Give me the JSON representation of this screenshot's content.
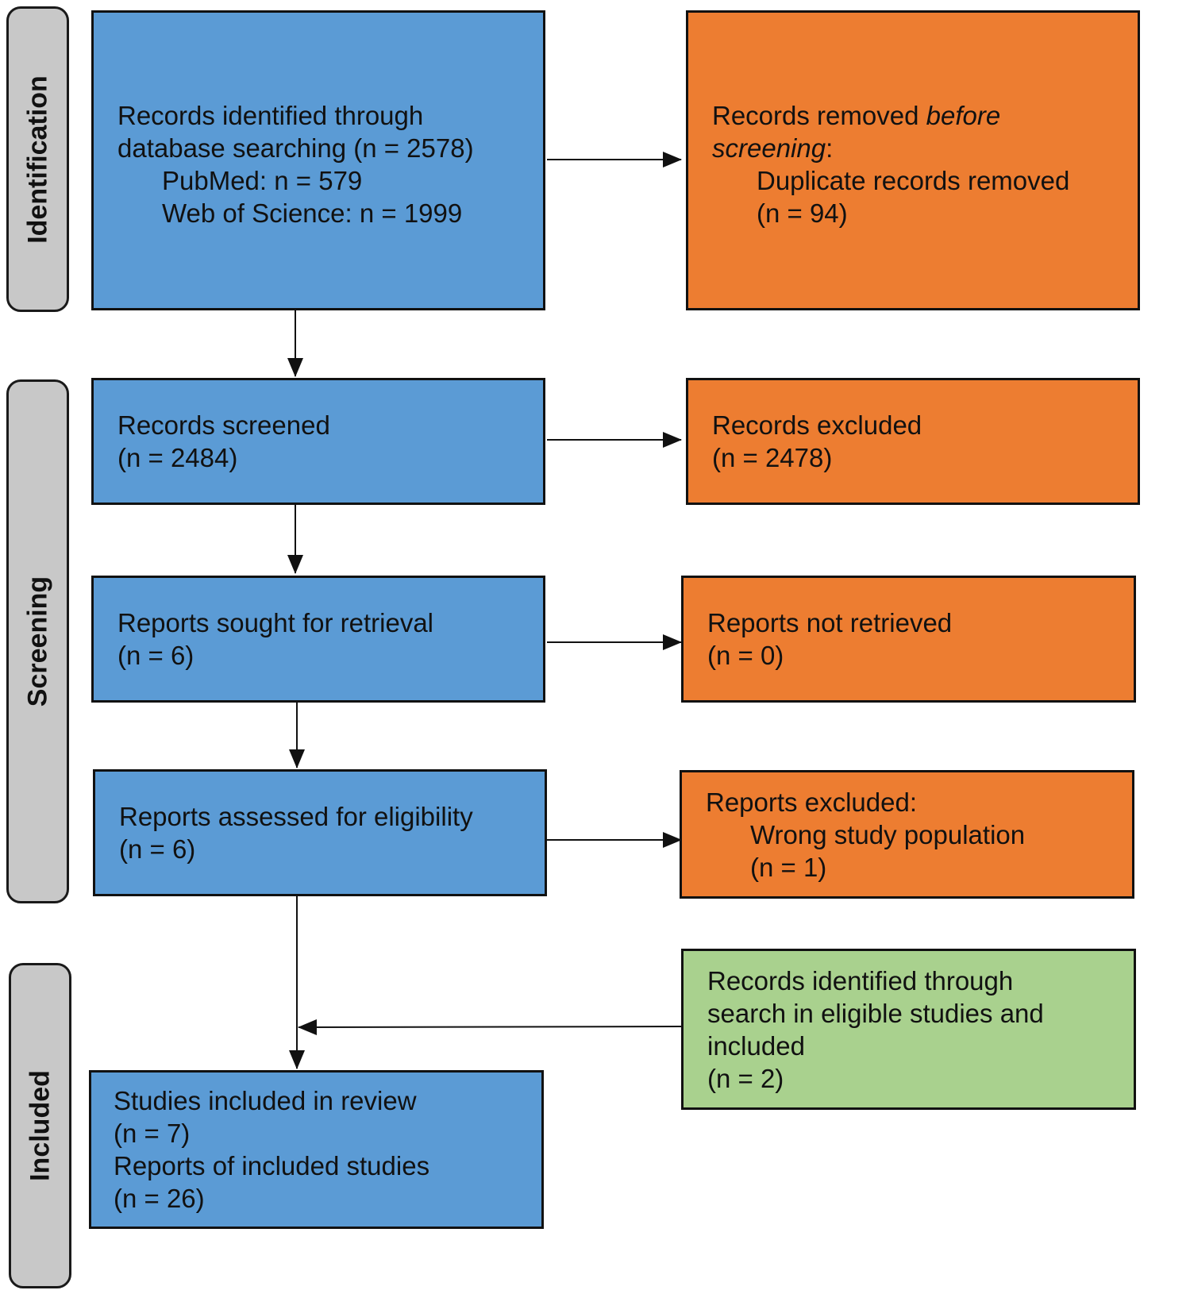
{
  "phases": {
    "identification": "Identification",
    "screening": "Screening",
    "included": "Included"
  },
  "boxes": {
    "records_identified": {
      "line1": "Records identified through",
      "line2": "database searching (n = 2578)",
      "line3": "PubMed: n = 579",
      "line4": "Web of Science: n = 1999"
    },
    "records_removed": {
      "prefix": "Records removed ",
      "emph1": "before",
      "emph2": "screening",
      "suffix": ":",
      "line3": "Duplicate records removed",
      "line4": "(n = 94)"
    },
    "records_screened": {
      "line1": "Records screened",
      "line2": "(n = 2484)"
    },
    "records_excluded": {
      "line1": "Records excluded",
      "line2": "(n = 2478)"
    },
    "reports_sought": {
      "line1": "Reports sought for retrieval",
      "line2": "(n = 6)"
    },
    "reports_not_retrieved": {
      "line1": "Reports not retrieved",
      "line2": "(n = 0)"
    },
    "reports_assessed": {
      "line1": "Reports assessed for eligibility",
      "line2": "(n = 6)"
    },
    "reports_excluded": {
      "line1": "Reports excluded:",
      "line2": "Wrong study population",
      "line3": "(n = 1)"
    },
    "records_other": {
      "line1": "Records identified through",
      "line2": "search in eligible studies and",
      "line3": "included",
      "line4": "(n = 2)"
    },
    "studies_included": {
      "line1": "Studies included in review",
      "line2": "(n = 7)",
      "line3": "Reports of included studies",
      "line4": "(n = 26)"
    }
  },
  "colors": {
    "main_box": "#5b9bd5",
    "excluded_box": "#ed7d31",
    "other_source_box": "#a9d18e",
    "phase_box": "#c8c8c8"
  }
}
